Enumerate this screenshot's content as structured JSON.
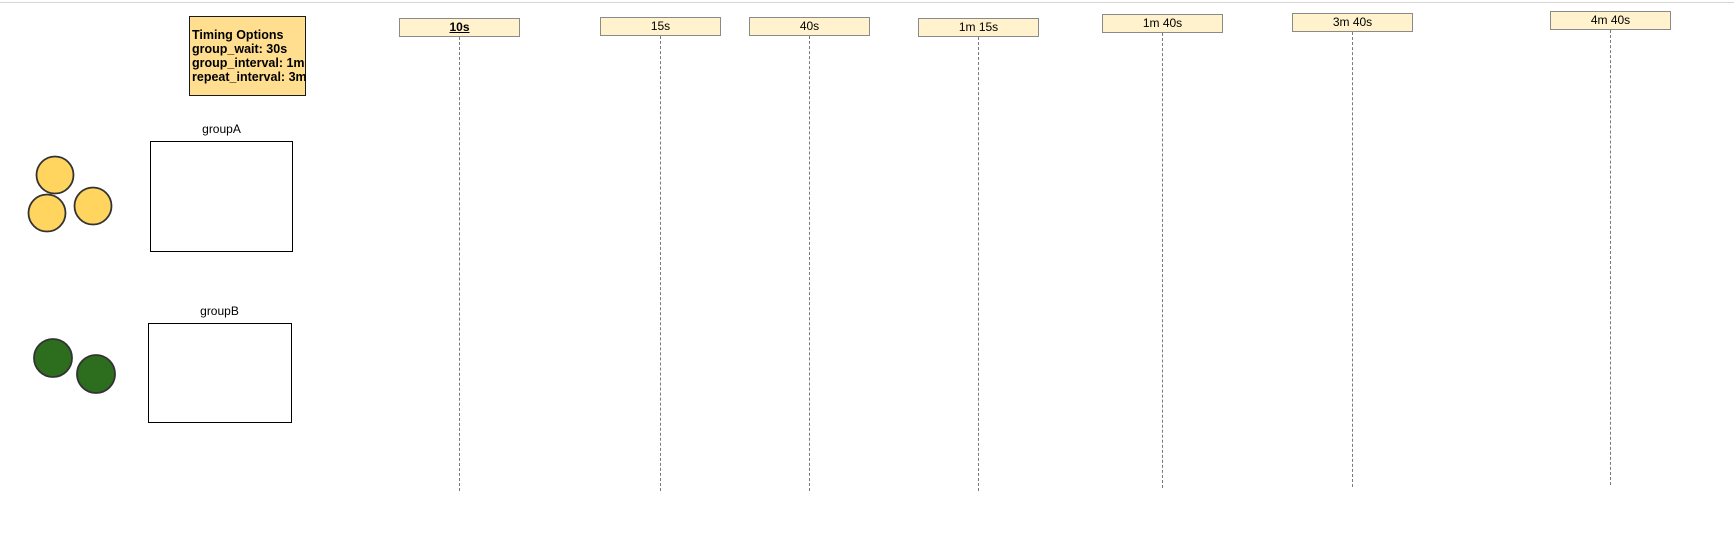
{
  "timing_options": {
    "title": "Timing Options",
    "group_wait": "group_wait: 30s",
    "group_interval": "group_interval: 1m",
    "repeat_interval": "repeat_interval: 3m"
  },
  "groups": [
    {
      "label": "groupA",
      "alert_count": 3,
      "alert_color": "#ffd45f"
    },
    {
      "label": "groupB",
      "alert_count": 2,
      "alert_color": "#2d6e1e"
    }
  ],
  "timeline": {
    "ticks": [
      "10s",
      "15s",
      "40s",
      "1m 15s",
      "1m 40s",
      "3m 40s",
      "4m 40s"
    ]
  },
  "colors": {
    "timing_box_fill": "#ffdf8f",
    "tick_label_fill": "#fff2cc",
    "alert_outline": "#333333"
  }
}
